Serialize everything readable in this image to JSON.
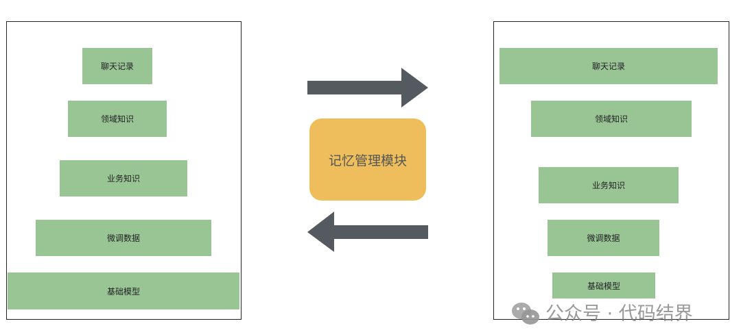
{
  "left_stack": [
    "聊天记录",
    "领域知识",
    "业务知识",
    "微调数据",
    "基础模型"
  ],
  "right_stack": [
    "聊天记录",
    "领域知识",
    "业务知识",
    "微调数据",
    "基础模型"
  ],
  "module_label": "记忆管理模块",
  "watermark": "公众号 · 代码结界",
  "colors": {
    "box": "#99c595",
    "module": "#efbe5c",
    "arrow": "#555a60"
  }
}
